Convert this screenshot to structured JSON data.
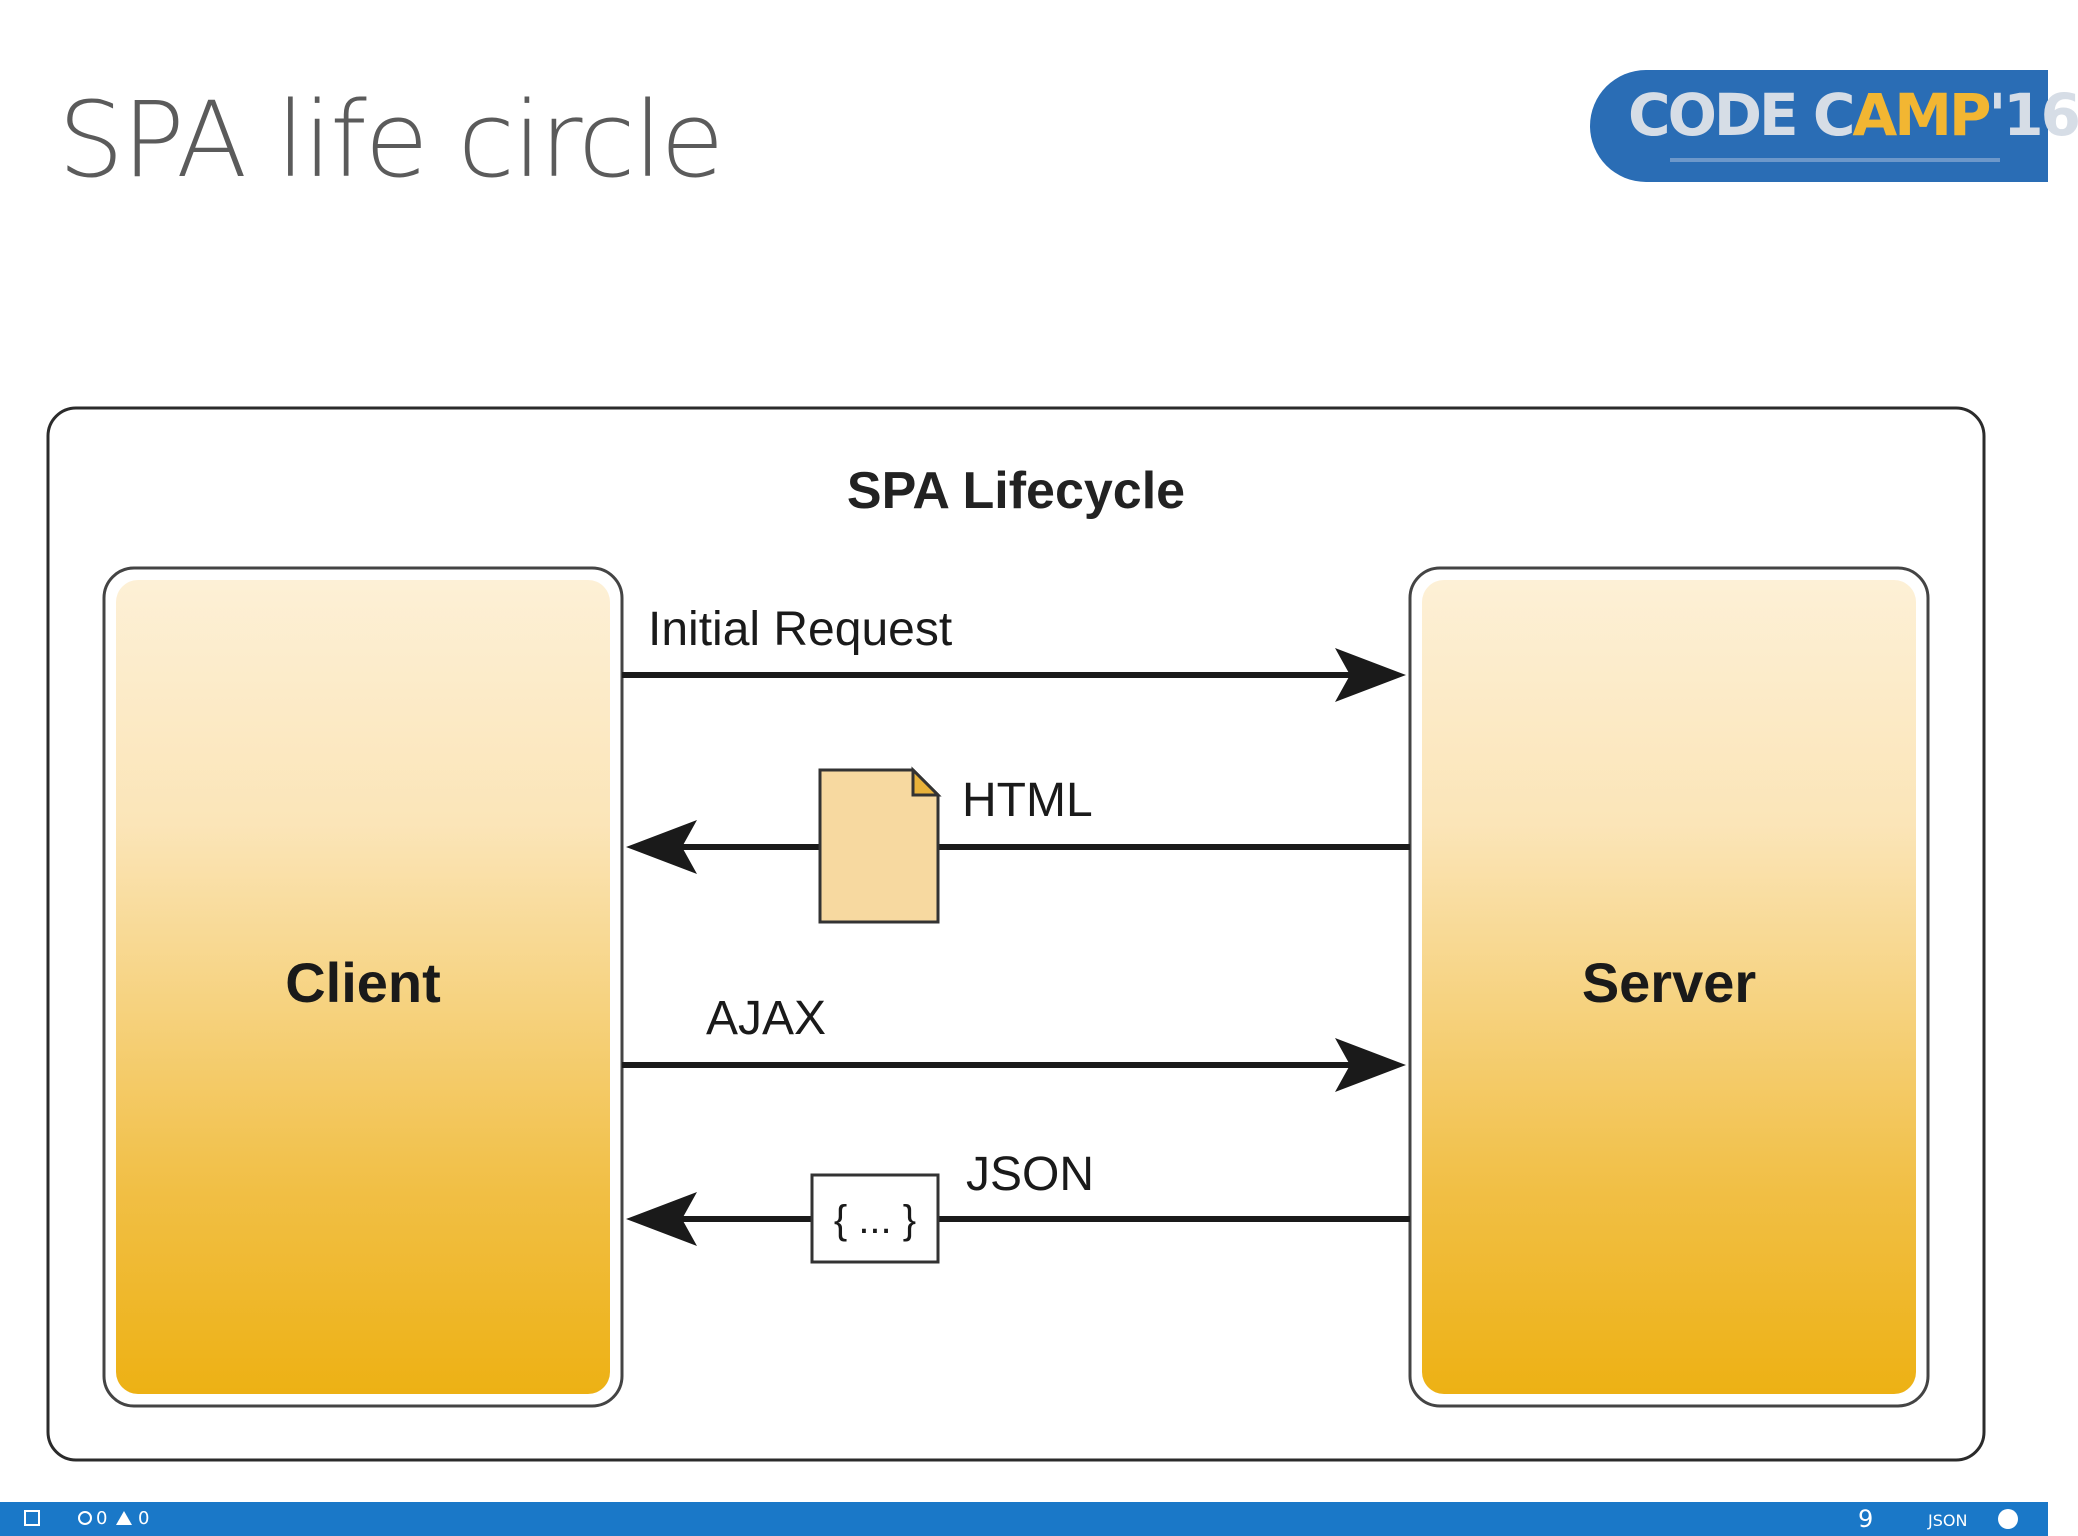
{
  "slide": {
    "title": "SPA life circle",
    "page_number": "9"
  },
  "logo": {
    "text_main": "CODE C",
    "text_accent": "AMP",
    "text_year": "'16"
  },
  "diagram": {
    "title": "SPA Lifecycle",
    "client_label": "Client",
    "server_label": "Server",
    "arrows": [
      {
        "label": "Initial Request",
        "direction": "client-to-server"
      },
      {
        "label": "HTML",
        "direction": "server-to-client"
      },
      {
        "label": "AJAX",
        "direction": "client-to-server"
      },
      {
        "label": "JSON",
        "direction": "server-to-client"
      }
    ],
    "json_payload_label": "{ ... }"
  },
  "statusbar": {
    "errors": "0",
    "warnings": "0",
    "language": "JSON"
  },
  "colors": {
    "accent_blue": "#1a78c8",
    "box_gradient_top": "#fdf0d6",
    "box_gradient_bottom": "#eeb21c",
    "document_fill": "#f7d9a0"
  }
}
